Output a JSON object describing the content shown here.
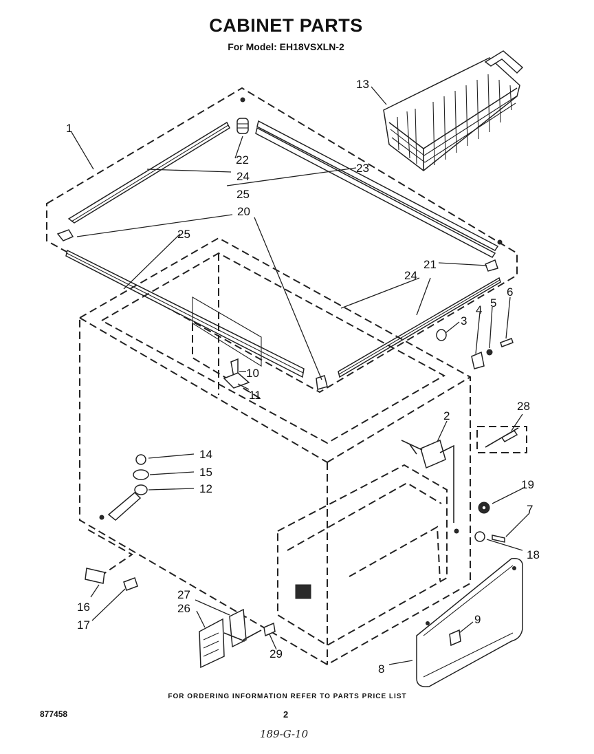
{
  "header": {
    "title": "CABINET PARTS",
    "model_line": "For Model: EH18VSXLN-2"
  },
  "callouts": [
    "1",
    "2",
    "3",
    "4",
    "5",
    "6",
    "7",
    "8",
    "9",
    "10",
    "11",
    "12",
    "13",
    "14",
    "15",
    "16",
    "17",
    "18",
    "19",
    "20",
    "21",
    "22",
    "23",
    "24",
    "24",
    "25",
    "25",
    "26",
    "27",
    "28",
    "29"
  ],
  "footer": {
    "ordering_note": "FOR ORDERING INFORMATION REFER TO PARTS PRICE LIST",
    "document_number": "877458",
    "page_number": "2",
    "handwritten_code": "189-G-10"
  }
}
